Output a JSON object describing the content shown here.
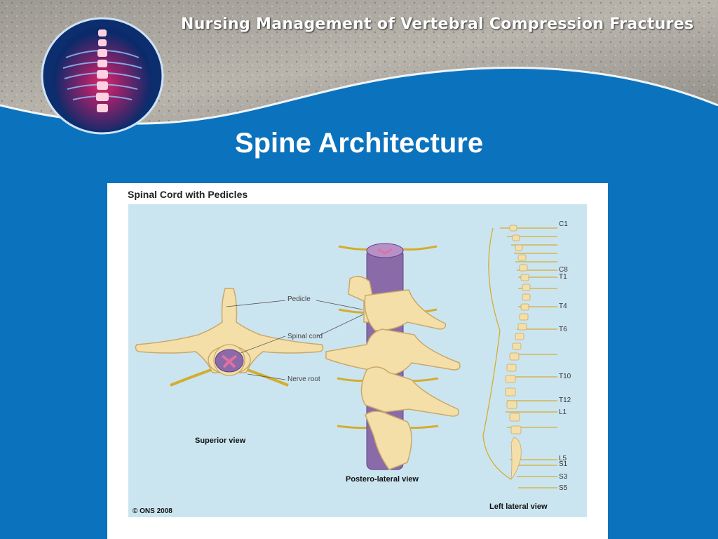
{
  "header": {
    "title": "Nursing Management of Vertebral Compression Fractures"
  },
  "slide": {
    "title": "Spine Architecture"
  },
  "figure": {
    "title": "Spinal Cord with Pedicles",
    "labels": {
      "pedicle": "Pedicle",
      "spinal_cord": "Spinal cord",
      "nerve_root": "Nerve root"
    },
    "captions": {
      "superior": "Superior view",
      "postero_lateral": "Postero-lateral view",
      "left_lateral": "Left lateral view"
    },
    "copyright": "© ONS 2008",
    "levels": [
      "C1",
      "C8",
      "T1",
      "T4",
      "T6",
      "T10",
      "T12",
      "L1",
      "L5",
      "S1",
      "S3",
      "S5"
    ]
  },
  "colors": {
    "slide_blue": "#0b72bd",
    "figure_bg": "#cbe5f0",
    "bone": "#f4dfa8",
    "bone_stroke": "#c9a86a",
    "cord": "#8a6aa8",
    "nerve": "#d4ad2e"
  }
}
